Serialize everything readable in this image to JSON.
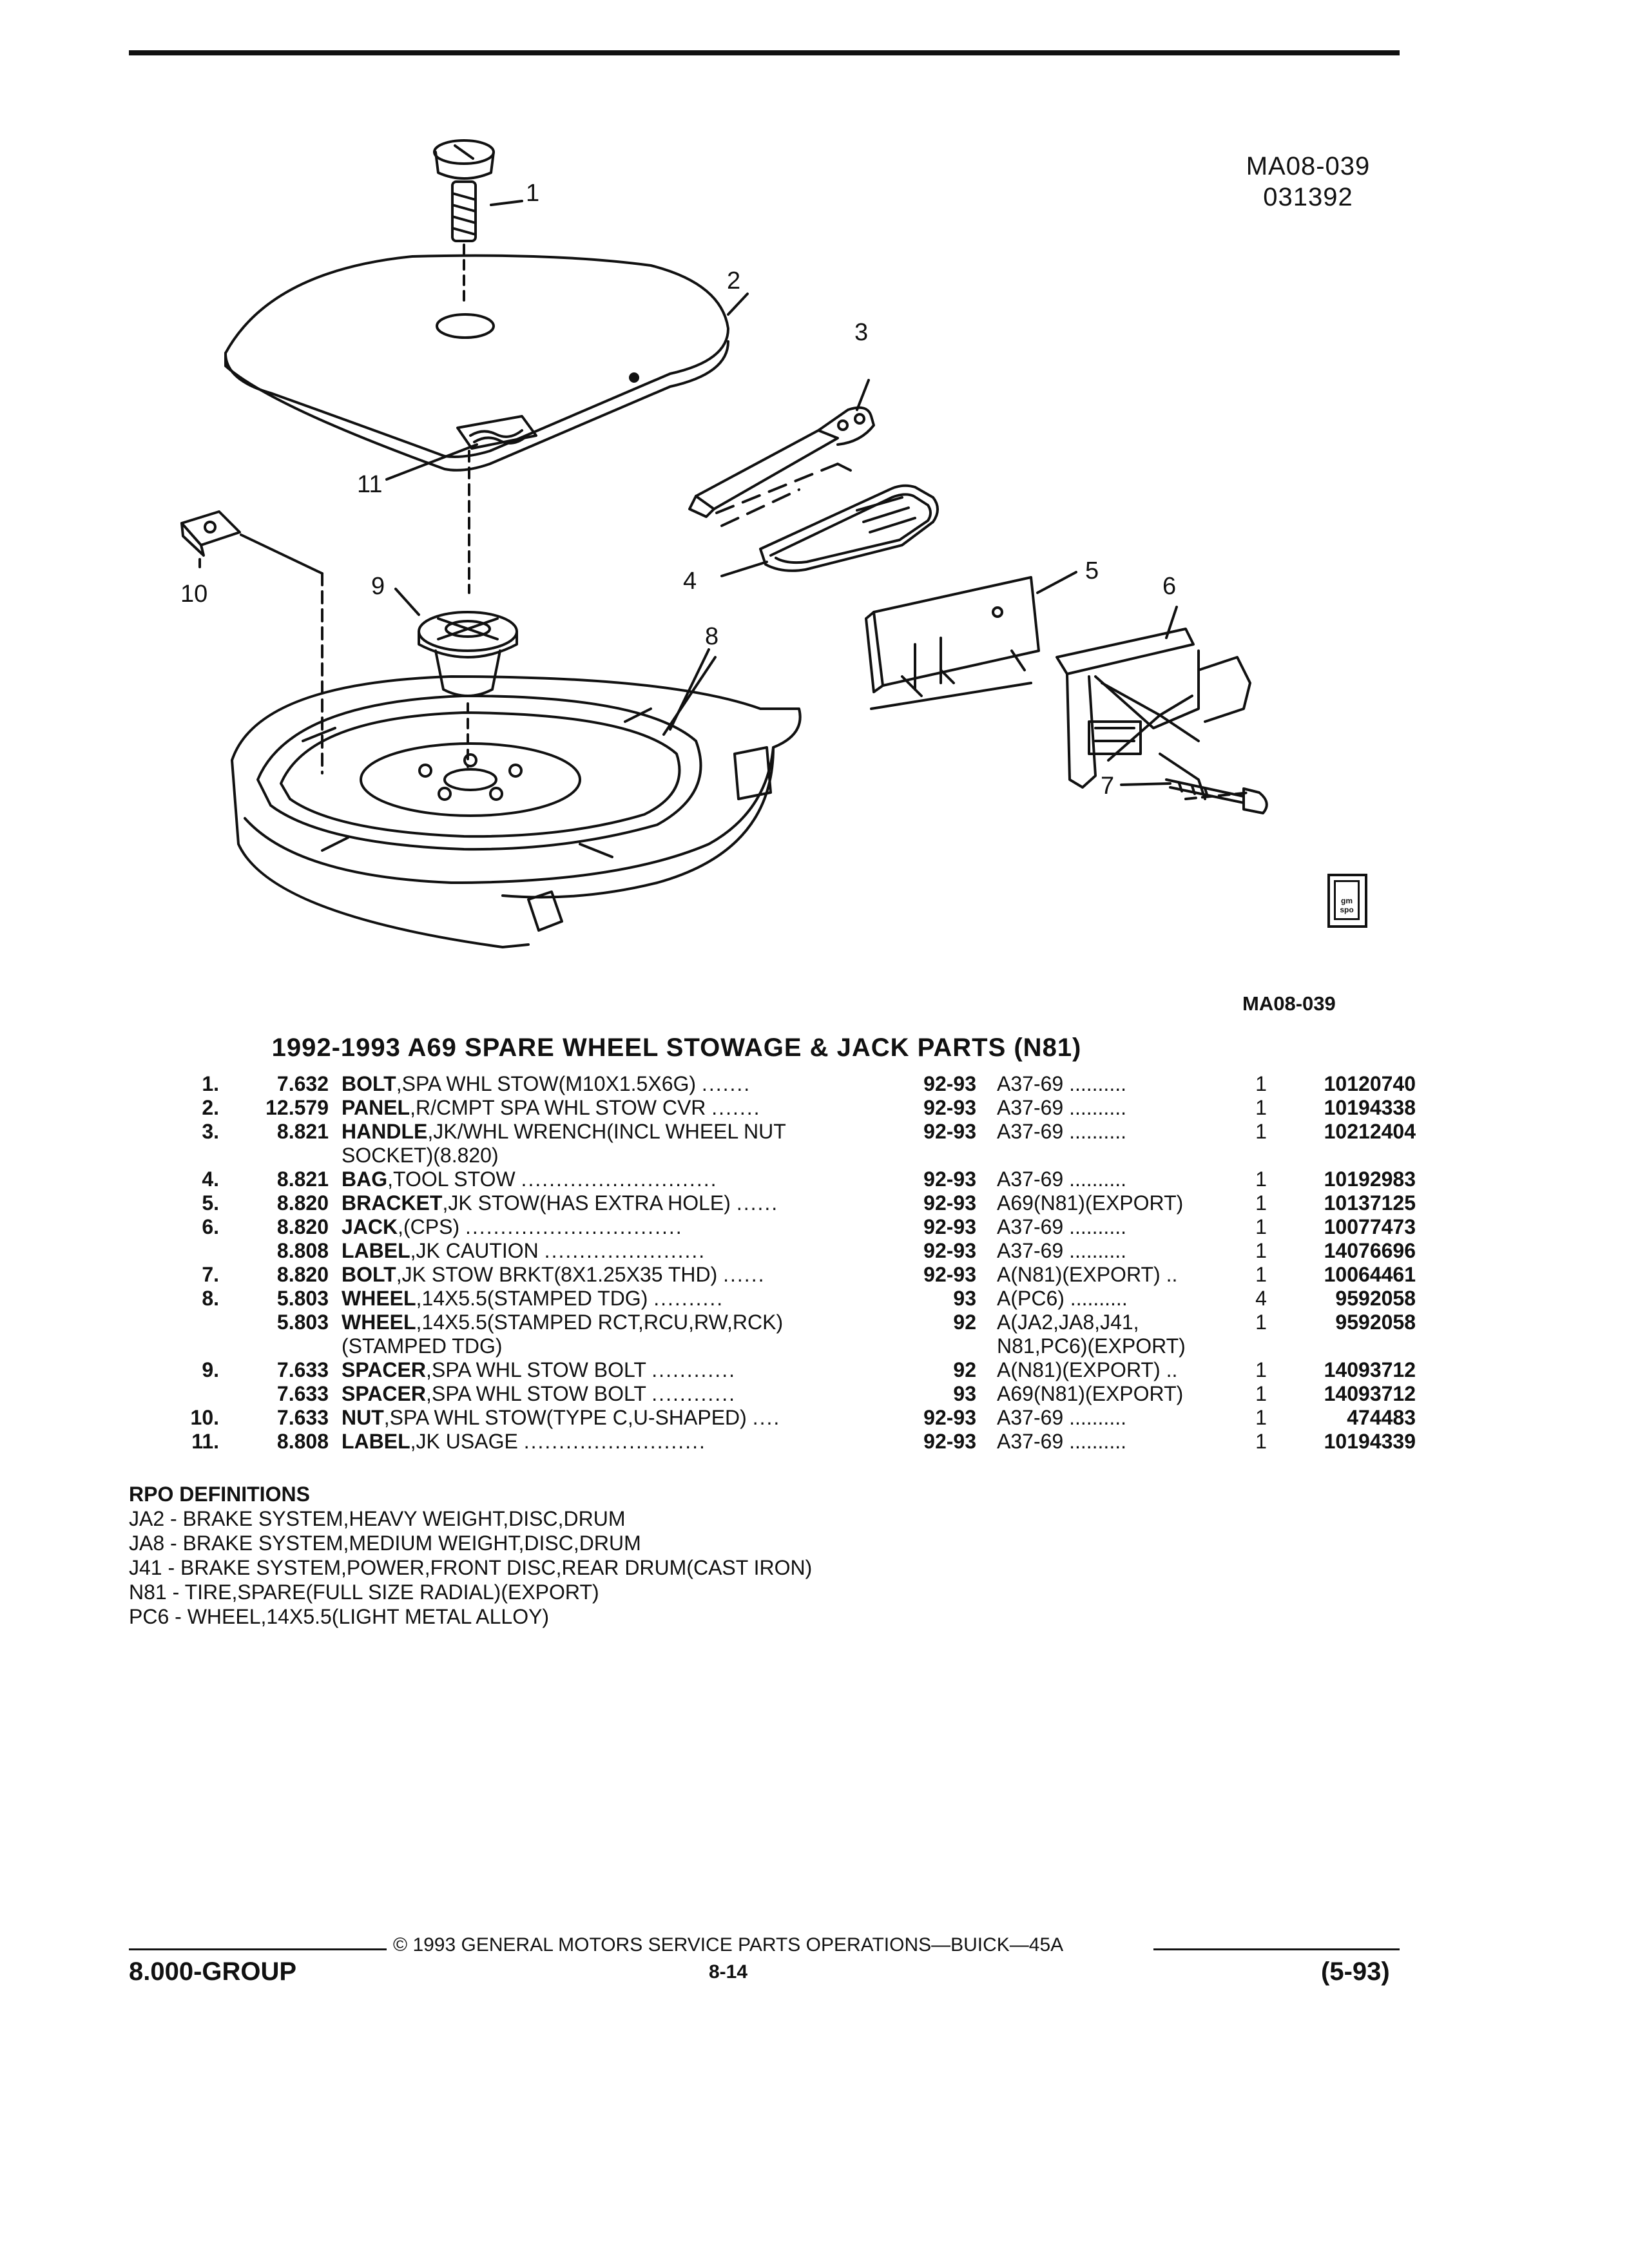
{
  "figure": {
    "code": "MA08-039",
    "date_code": "031392",
    "caption_code": "MA08-039",
    "callouts": [
      "1",
      "2",
      "3",
      "4",
      "5",
      "6",
      "7",
      "8",
      "9",
      "10",
      "11"
    ],
    "logo_text": "gm spo"
  },
  "title": "1992-1993 A69 SPARE WHEEL STOWAGE & JACK PARTS (N81)",
  "parts": [
    {
      "num": "1.",
      "group": "7.632",
      "name": "BOLT",
      "desc": ",SPA WHL STOW(M10X1.5X6G)",
      "dots": ".......",
      "years": "92-93",
      "app": "A37-69 ..........",
      "qty": "1",
      "pn": "10120740"
    },
    {
      "num": "2.",
      "group": "12.579",
      "name": "PANEL",
      "desc": ",R/CMPT SPA WHL STOW CVR",
      "dots": ".......",
      "years": "92-93",
      "app": "A37-69 ..........",
      "qty": "1",
      "pn": "10194338"
    },
    {
      "num": "3.",
      "group": "8.821",
      "name": "HANDLE",
      "desc": ",JK/WHL WRENCH(INCL WHEEL NUT",
      "dots": "",
      "years": "92-93",
      "app": "A37-69 ..........",
      "qty": "1",
      "pn": "10212404",
      "cont": "SOCKET)(8.820)"
    },
    {
      "num": "4.",
      "group": "8.821",
      "name": "BAG",
      "desc": ",TOOL STOW",
      "dots": "............................",
      "years": "92-93",
      "app": "A37-69 ..........",
      "qty": "1",
      "pn": "10192983"
    },
    {
      "num": "5.",
      "group": "8.820",
      "name": "BRACKET",
      "desc": ",JK STOW(HAS EXTRA HOLE)",
      "dots": "......",
      "years": "92-93",
      "app": "A69(N81)(EXPORT)",
      "qty": "1",
      "pn": "10137125"
    },
    {
      "num": "6.",
      "group": "8.820",
      "name": "JACK",
      "desc": ",(CPS)",
      "dots": "...............................",
      "years": "92-93",
      "app": "A37-69 ..........",
      "qty": "1",
      "pn": "10077473"
    },
    {
      "num": "",
      "group": "8.808",
      "name": "LABEL",
      "desc": ",JK CAUTION",
      "dots": ".......................",
      "years": "92-93",
      "app": "A37-69 ..........",
      "qty": "1",
      "pn": "14076696"
    },
    {
      "num": "7.",
      "group": "8.820",
      "name": "BOLT",
      "desc": ",JK STOW BRKT(8X1.25X35 THD)",
      "dots": "......",
      "years": "92-93",
      "app": "A(N81)(EXPORT) ..",
      "qty": "1",
      "pn": "10064461"
    },
    {
      "num": "8.",
      "group": "5.803",
      "name": "WHEEL",
      "desc": ",14X5.5(STAMPED TDG)",
      "dots": "..........",
      "years": "93",
      "app": "A(PC6) ..........",
      "qty": "4",
      "pn": "9592058"
    },
    {
      "num": "",
      "group": "5.803",
      "name": "WHEEL",
      "desc": ",14X5.5(STAMPED RCT,RCU,RW,RCK)",
      "dots": "",
      "years": "92",
      "app": "A(JA2,JA8,J41,",
      "qty": "1",
      "pn": "9592058",
      "cont": "(STAMPED TDG)",
      "app_cont": "N81,PC6)(EXPORT)"
    },
    {
      "num": "9.",
      "group": "7.633",
      "name": "SPACER",
      "desc": ",SPA WHL STOW BOLT",
      "dots": "............",
      "years": "92",
      "app": "A(N81)(EXPORT) ..",
      "qty": "1",
      "pn": "14093712"
    },
    {
      "num": "",
      "group": "7.633",
      "name": "SPACER",
      "desc": ",SPA WHL STOW BOLT",
      "dots": "............",
      "years": "93",
      "app": "A69(N81)(EXPORT)",
      "qty": "1",
      "pn": "14093712"
    },
    {
      "num": "10.",
      "group": "7.633",
      "name": "NUT",
      "desc": ",SPA WHL STOW(TYPE C,U-SHAPED)",
      "dots": "....",
      "years": "92-93",
      "app": "A37-69 ..........",
      "qty": "1",
      "pn": "474483"
    },
    {
      "num": "11.",
      "group": "8.808",
      "name": "LABEL",
      "desc": ",JK USAGE",
      "dots": "..........................",
      "years": "92-93",
      "app": "A37-69 ..........",
      "qty": "1",
      "pn": "10194339"
    }
  ],
  "rpo": {
    "heading": "RPO DEFINITIONS",
    "items": [
      "JA2 - BRAKE SYSTEM,HEAVY WEIGHT,DISC,DRUM",
      "JA8 - BRAKE SYSTEM,MEDIUM WEIGHT,DISC,DRUM",
      "J41 - BRAKE SYSTEM,POWER,FRONT DISC,REAR DRUM(CAST IRON)",
      "N81 - TIRE,SPARE(FULL SIZE RADIAL)(EXPORT)",
      "PC6 - WHEEL,14X5.5(LIGHT METAL ALLOY)"
    ]
  },
  "footer": {
    "copyright": "© 1993 GENERAL MOTORS SERVICE PARTS OPERATIONS—BUICK—45A",
    "group": "8.000-GROUP",
    "page": "8-14",
    "date": "(5-93)"
  }
}
